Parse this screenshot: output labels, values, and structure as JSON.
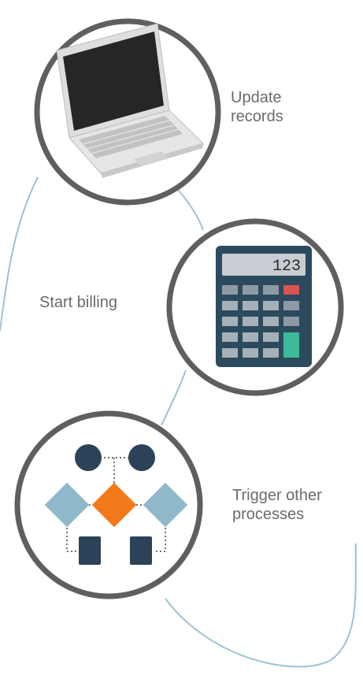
{
  "steps": [
    {
      "label_lines": [
        "Update",
        "records"
      ],
      "icon": "laptop-icon"
    },
    {
      "label_lines": [
        "Start billing"
      ],
      "icon": "calculator-icon"
    },
    {
      "label_lines": [
        "Trigger other",
        "processes"
      ],
      "icon": "flowchart-icon"
    }
  ],
  "calculator": {
    "display": "123"
  },
  "colors": {
    "circle_border": "#5f5f5f",
    "connector_line": "#9cc3d6",
    "label_text": "#6b6b6b",
    "calculator_body": "#2c4a5e",
    "calculator_key_red": "#d9534f",
    "calculator_key_green": "#3dbb9a",
    "flow_node_dark": "#2c4258",
    "flow_diamond_light": "#8fb9cb",
    "flow_diamond_orange": "#f27a1a"
  }
}
